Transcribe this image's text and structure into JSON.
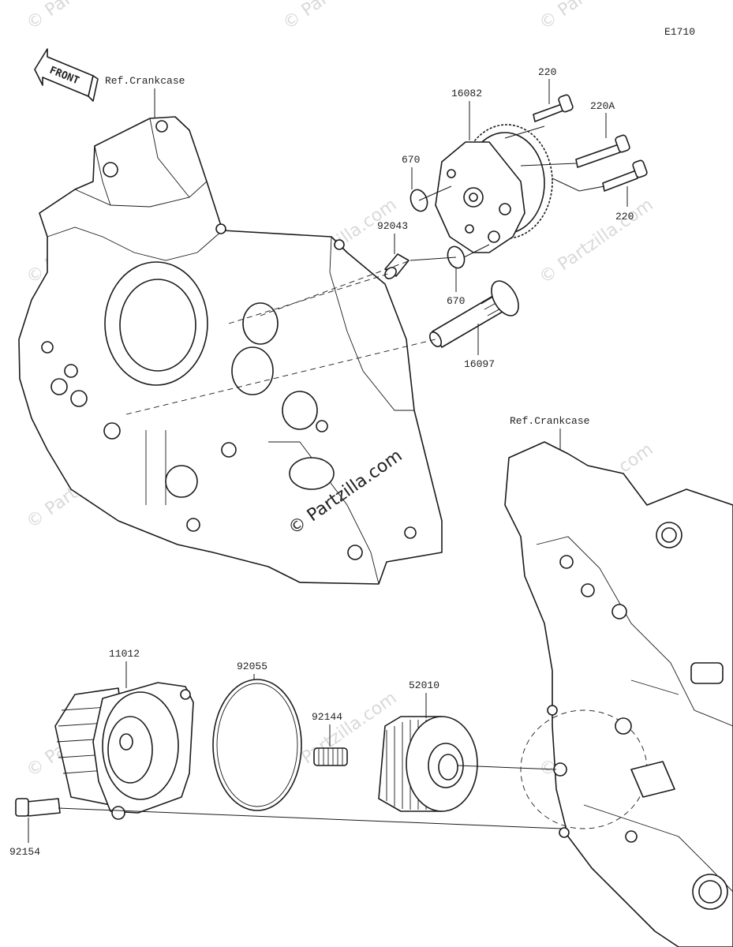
{
  "diagram_code": "E1710",
  "front_arrow_text": "FRONT",
  "watermark_text": "© Partzilla.com",
  "watermark_center_text": "© Partzilla.com",
  "ref_labels": {
    "upper": "Ref.Crankcase",
    "lower": "Ref.Crankcase"
  },
  "part_labels": {
    "p220_top": "220",
    "p220a": "220A",
    "p220_right": "220",
    "p16082": "16082",
    "p670_top": "670",
    "p670_bottom": "670",
    "p92043": "92043",
    "p16097": "16097",
    "p11012": "11012",
    "p92055": "92055",
    "p92144": "92144",
    "p52010": "52010",
    "p92154": "92154"
  }
}
